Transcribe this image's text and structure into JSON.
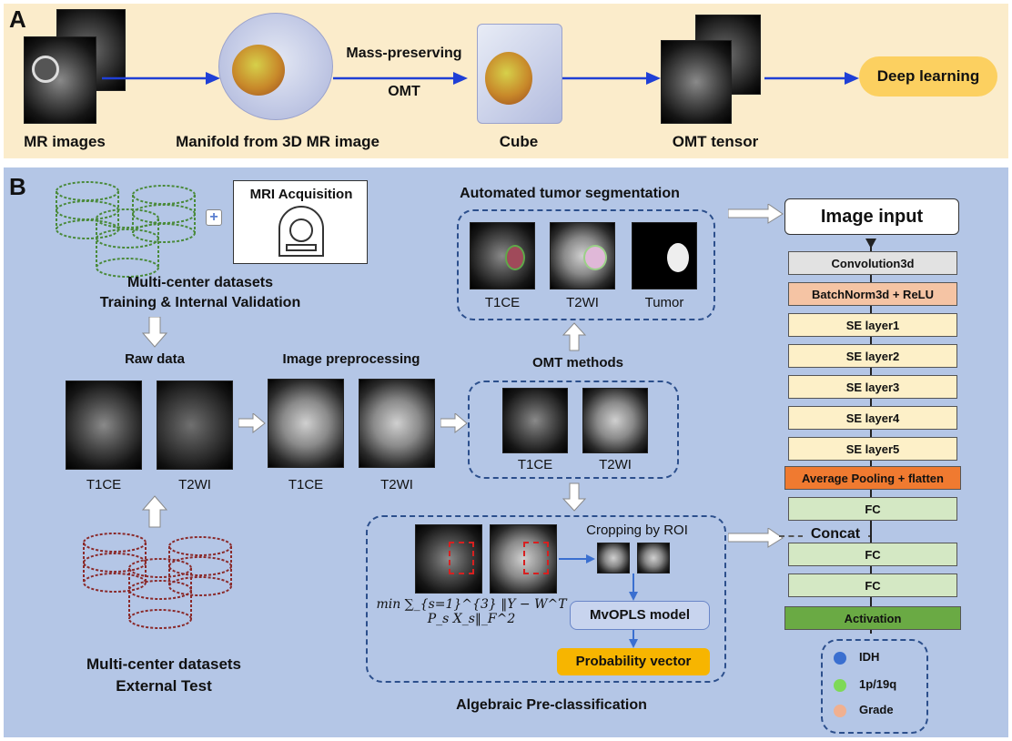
{
  "panel_a": {
    "label": "A",
    "captions": [
      "MR images",
      "Manifold from 3D MR image",
      "Cube",
      "OMT tensor"
    ],
    "omt_label_top": "Mass-preserving",
    "omt_label_bottom": "OMT",
    "deep_learning": "Deep  learning"
  },
  "panel_b": {
    "label": "B",
    "mri_acquisition": "MRI Acquisition",
    "training_title_1": "Multi-center datasets",
    "training_title_2": "Training & Internal Validation",
    "external_title_1": "Multi-center datasets",
    "external_title_2": "External Test",
    "raw_data": "Raw data",
    "image_preprocessing": "Image preprocessing",
    "omt_methods": "OMT methods",
    "automated_segmentation": "Automated tumor segmentation",
    "algebraic": "Algebraic Pre-classification",
    "cropping": "Cropping by ROI",
    "mvopls": "MvOPLS model",
    "probability": "Probability vector",
    "formula": "min ∑_{s=1}^{3} ‖Y − W^T P_s X_s‖_F^2",
    "seq_t1": "T1CE",
    "seq_t2": "T2WI",
    "tumor": "Tumor",
    "concat": "Concat",
    "network": {
      "input": "Image input",
      "layers": [
        "Convolution3d",
        "BatchNorm3d + ReLU",
        "SE layer1",
        "SE layer2",
        "SE layer3",
        "SE layer4",
        "SE layer5",
        "Average Pooling + flatten",
        "FC",
        "FC",
        "FC",
        "Activation"
      ]
    },
    "legend": [
      {
        "label": "IDH",
        "color": "#3a6fd0"
      },
      {
        "label": "1p/19q",
        "color": "#7ed957"
      },
      {
        "label": "Grade",
        "color": "#f0b090"
      }
    ]
  },
  "colors": {
    "arrow_blue": "#1f3fd6",
    "panel_a_bg": "#fbeccb",
    "panel_b_bg": "#b4c6e6",
    "dashed": "#2c4f8c",
    "deep_learning_bg": "#fcd060",
    "probability_bg": "#f7b500",
    "layer_conv": "#e2e2e2",
    "layer_bn": "#f5c4a4",
    "layer_se": "#fdf0c8",
    "layer_pool": "#f07a30",
    "layer_fc": "#d4e8c4",
    "layer_act": "#6aaa44"
  }
}
